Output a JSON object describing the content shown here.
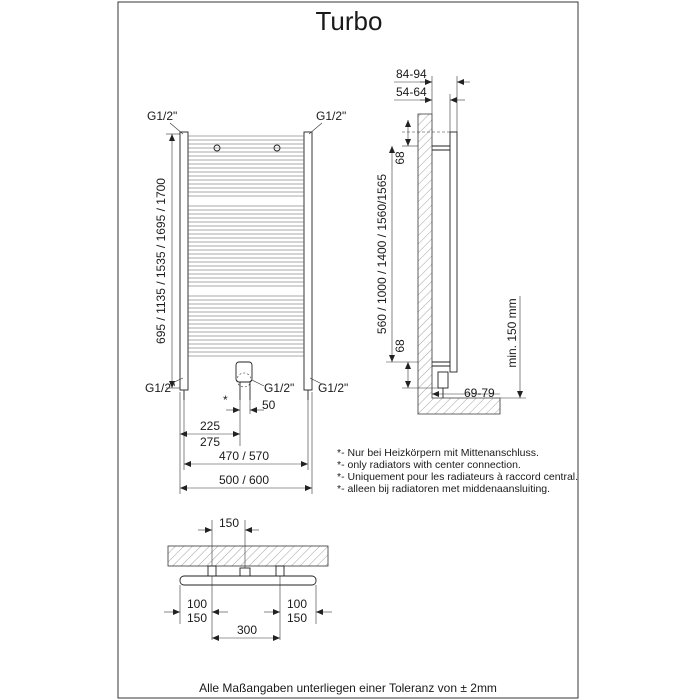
{
  "title": "Turbo",
  "front_view": {
    "connection_top_left": "G1/2\"",
    "connection_top_right": "G1/2\"",
    "connection_bottom_left": "G1/2\"",
    "connection_bottom_right": "G1/2\"",
    "connection_center": "G1/2\"",
    "center_marker": "*",
    "height_dims": "695 / 1135 / 1535 / 1695 / 1700",
    "dim_center_offset": "50",
    "dim_225": "225",
    "dim_275": "275",
    "dim_470_570": "470 / 570",
    "dim_500_600": "500 / 600"
  },
  "side_view": {
    "dim_84_94": "84-94",
    "dim_54_64": "54-64",
    "dim_68_top": "68",
    "dim_68_bottom": "68",
    "height_dims": "560 / 1000 / 1400 / 1560/1565",
    "dim_min_150": "min. 150 mm",
    "dim_69_79": "69-79"
  },
  "notes": [
    "*- Nur bei Heizkörpern mit Mittenanschluss.",
    "*- only radiators with center connection.",
    "*- Uniquement pour les radiateurs à raccord central.",
    "*- alleen bij radiatoren met middenaansluiting."
  ],
  "top_view": {
    "dim_150_top": "150",
    "dim_100_left": "100",
    "dim_150_left": "150",
    "dim_100_right": "100",
    "dim_150_right": "150",
    "dim_300": "300"
  },
  "footer": "Alle Maßangaben unterliegen einer Toleranz von ± 2mm"
}
